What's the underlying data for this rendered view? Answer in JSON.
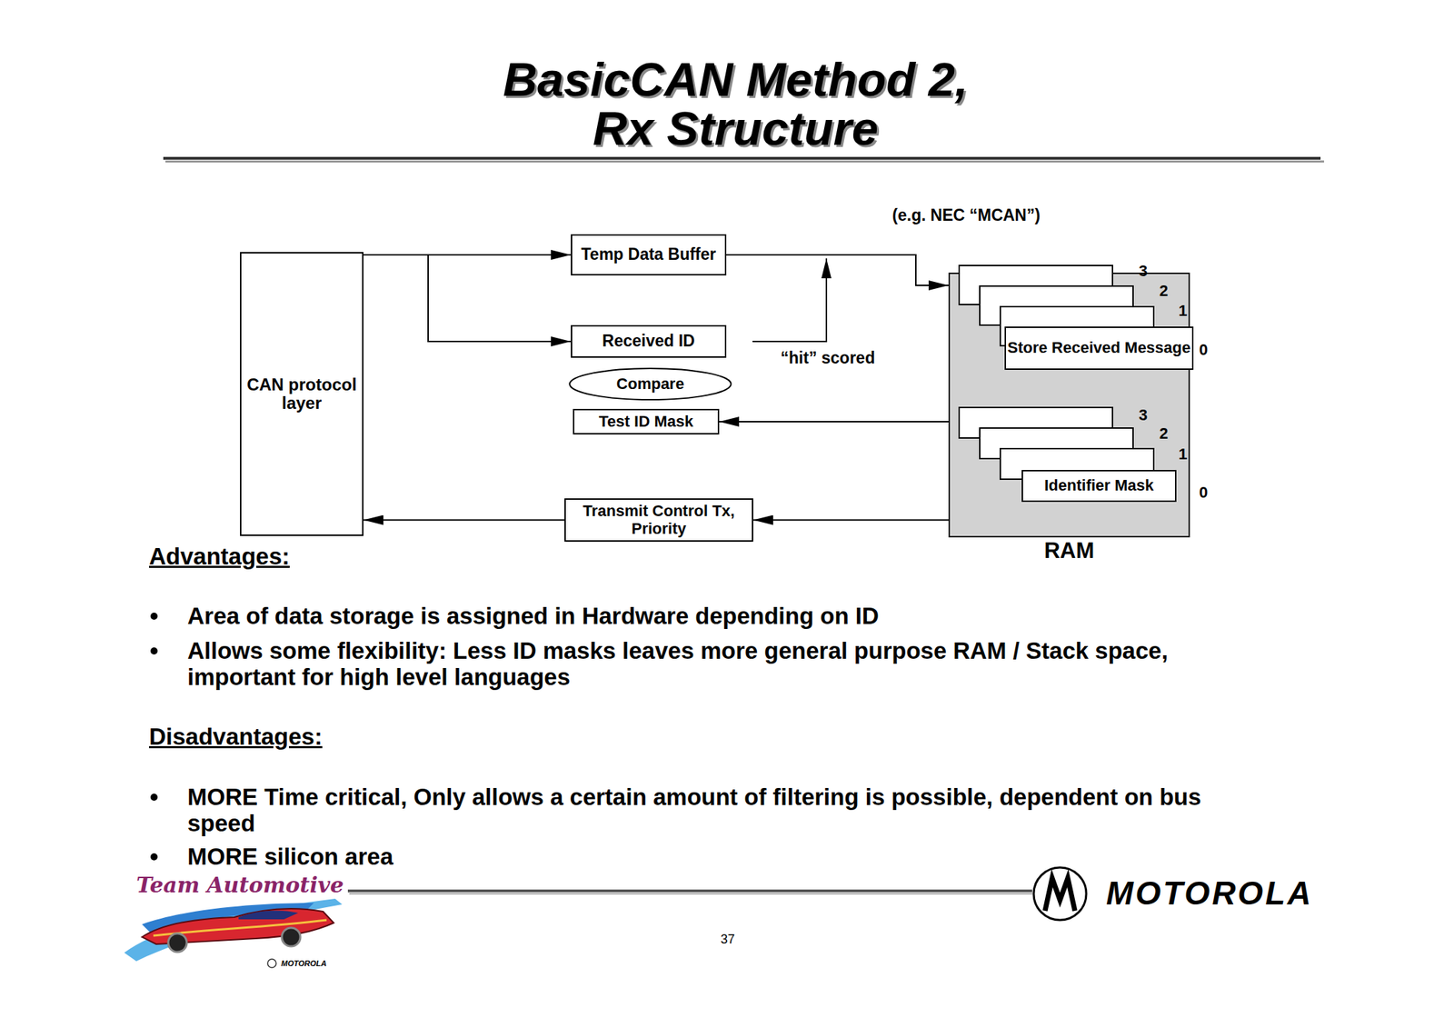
{
  "diagram": {
    "title": "BasicCAN Method 2, Rx Structure",
    "nodes": [
      {
        "text": [
          "CAN protocol layer"
        ]
      },
      {
        "text": [
          "Temp Data Buffer"
        ]
      },
      {
        "text": [
          "Received ID"
        ]
      },
      {
        "text": [
          "Compare"
        ]
      },
      {
        "text": [
          "Test ID Mask"
        ]
      },
      {
        "text": [
          "Transmit Control Tx, Priority"
        ]
      },
      {
        "text": [
          "RAM"
        ]
      },
      {
        "text": [
          "Store Received Message"
        ],
        "in": 6
      },
      {
        "text": [
          "Identifier Mask"
        ],
        "in": 6
      }
    ],
    "edges": [
      {
        "from": 0,
        "to": 1,
        "arrow": "to"
      },
      {
        "from": 0,
        "to": 2,
        "arrow": "to"
      },
      {
        "from": 1,
        "to": 6,
        "arrow": "to"
      },
      {
        "from": 6,
        "to": 4,
        "arrow": "to"
      },
      {
        "from": 6,
        "to": 5,
        "arrow": "to"
      },
      {
        "from": 5,
        "to": 0,
        "arrow": "to"
      }
    ],
    "labels": [
      "(e.g. NEC “MCAN”)",
      "“hit” scored",
      "3",
      "2",
      "1",
      "0",
      "3",
      "2",
      "1",
      "0",
      "Advantages:",
      "Area of data storage is assigned in Hardware depending on ID",
      "Allows some flexibility: Less ID masks leaves more general purpose RAM / Stack space, important for high level languages",
      "Disadvantages:",
      "MORE Time critical, Only allows a certain amount of filtering is possible, dependent on bus speed",
      "MORE silicon area",
      "Team Automotive",
      "MOTOROLA",
      "37",
      "MOTOROLA"
    ]
  }
}
